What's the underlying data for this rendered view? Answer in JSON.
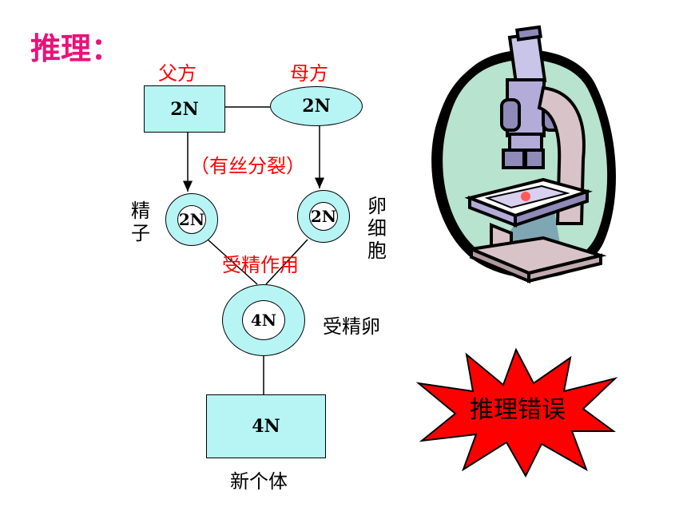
{
  "title": "推理：",
  "father": {
    "label": "父方",
    "value": "2N"
  },
  "mother": {
    "label": "母方",
    "value": "2N"
  },
  "division_label": "（有丝分裂）",
  "sperm": {
    "label": "精子",
    "value": "2N"
  },
  "egg": {
    "label": "卵细胞",
    "value": "2N"
  },
  "fertilization_label": "受精作用",
  "zygote": {
    "label": "受精卵",
    "value": "4N"
  },
  "offspring": {
    "label": "新个体",
    "value": "4N"
  },
  "verdict": "推理错误",
  "colors": {
    "title": "#e8127a",
    "red_text": "#ff0000",
    "node_fill": "#b7f4f4",
    "burst_fill": "#ff0000",
    "microscope_blob": "#b7e3cf"
  },
  "icons": [
    "microscope-icon",
    "starburst-icon"
  ]
}
